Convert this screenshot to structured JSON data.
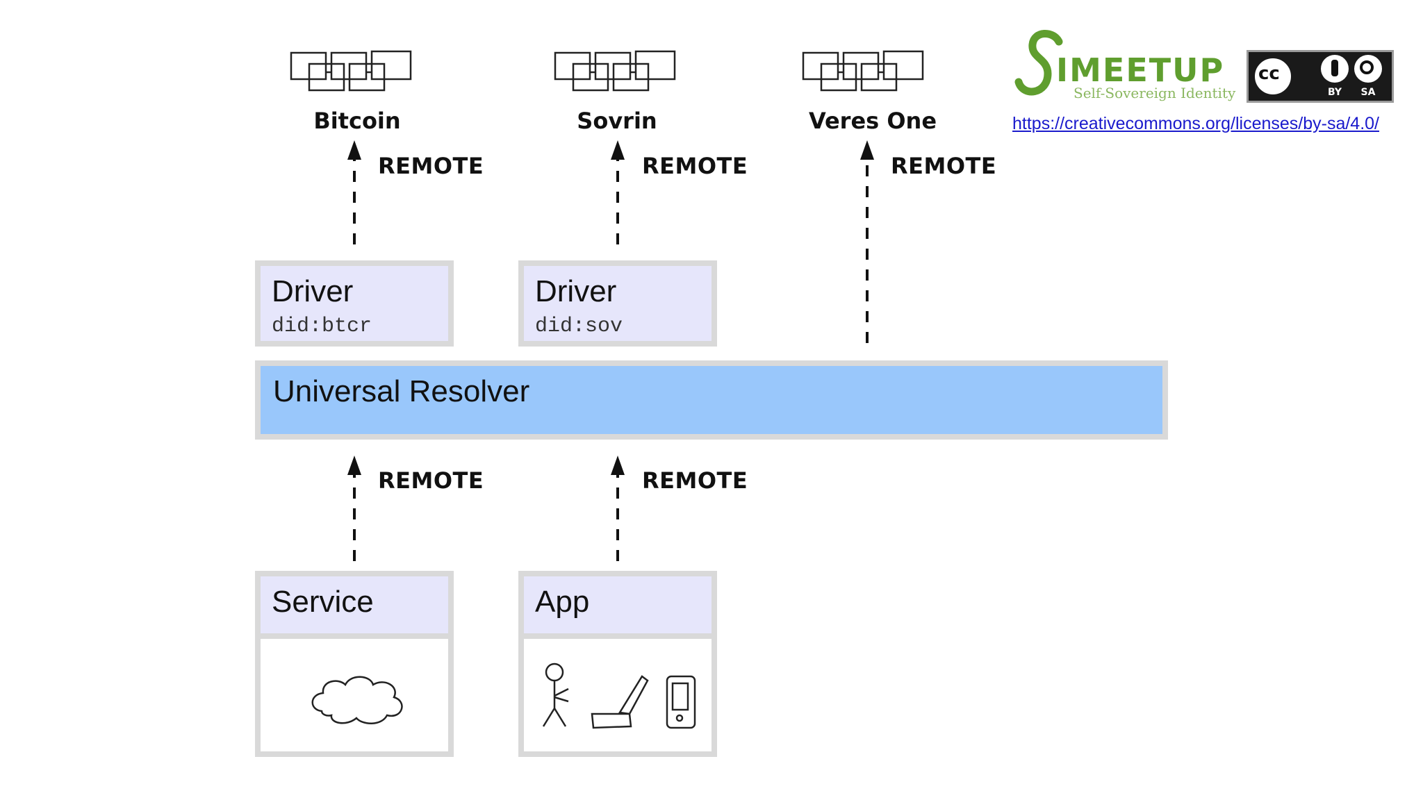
{
  "chains": [
    {
      "label": "Bitcoin"
    },
    {
      "label": "Sovrin"
    },
    {
      "label": "Veres One"
    }
  ],
  "remote_label": "REMOTE",
  "drivers": [
    {
      "title": "Driver",
      "method": "did:btcr"
    },
    {
      "title": "Driver",
      "method": "did:sov"
    }
  ],
  "resolver": {
    "title": "Universal Resolver"
  },
  "clients": [
    {
      "title": "Service"
    },
    {
      "title": "App"
    }
  ],
  "logo": {
    "name": "IMEETUP",
    "tagline": "Self-Sovereign Identity"
  },
  "license": {
    "url_text": "https://creativecommons.org/licenses/by-sa/4.0/",
    "badge_cc": "cc",
    "badge_by": "BY",
    "badge_sa": "SA"
  },
  "colors": {
    "driver_fill": "#e6e6fb",
    "resolver_fill": "#99c7fb",
    "border": "#d9d9d9",
    "logo_green": "#5f9e2e"
  }
}
